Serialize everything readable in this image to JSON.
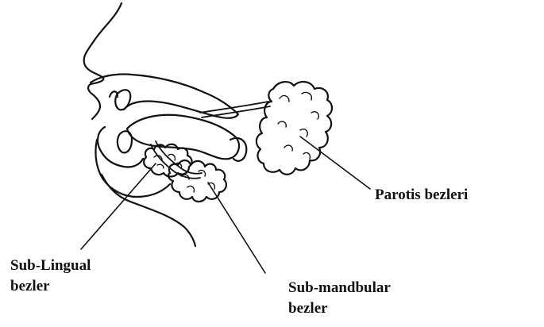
{
  "labels": {
    "parotis": "Parotis bezleri",
    "sublingual_line1": "Sub-Lingual",
    "sublingual_line2": "bezler",
    "submandibular_line1": "Sub-mandbular",
    "submandibular_line2": "bezler"
  },
  "colors": {
    "ink": "#111111",
    "background": "#ffffff"
  }
}
